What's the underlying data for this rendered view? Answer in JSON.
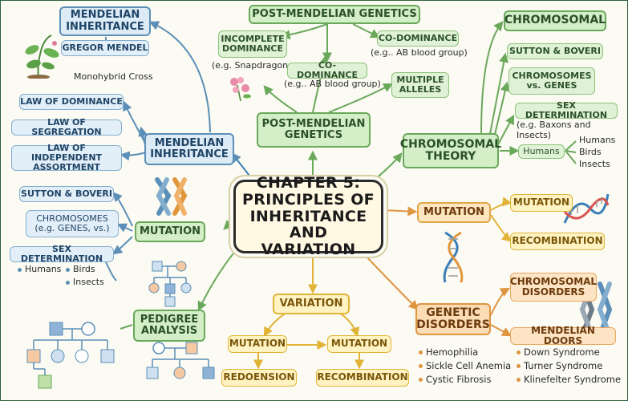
{
  "center": {
    "title": "CHAPTER 5:\nPRINCIPLES OF\nINHERITANCE AND\nVARIATION"
  },
  "left_top": {
    "header": "MENDELIAN\nINHERITANCE",
    "gregor": "GREGOR MENDEL",
    "monohybrid": "Monohybrid Cross",
    "laws": [
      "LAW OF DOMINANCE",
      "LAW OF SEGREGATION",
      "LAW OF INDEPENDENT\nASSORTMENT"
    ],
    "hub": "MENDELIAN\nINHERITANCE"
  },
  "left_mid": {
    "items": [
      "SUTTON & BOVERI",
      "CHROMOSOMES\n(e.g. GENES,  vs.)",
      "SEX DETERMINATION"
    ],
    "sex_items": [
      "Humans",
      "Birds",
      "Insects"
    ],
    "hub": "MUTATION"
  },
  "left_bottom": {
    "hub": "PEDIGREE\nANALYSIS"
  },
  "top": {
    "header": "POST-MENDELIAN GENETICS",
    "incomplete": "INCOMPLETE\nDOMINANCE",
    "incomplete_eg": "(e.g. Snapdragons",
    "codom_right": "CO-DOMINANCE",
    "codom_right_eg": "(e.g.. AB blood group)",
    "codom_mid": "CO-DOMINANCE",
    "codom_mid_eg": "(e.g.. AB blood group)",
    "multiple": "MULTIPLE\nALLELES",
    "hub": "POST-MENDELIAN\nGENETICS"
  },
  "right_top": {
    "header": "CHROMOSOMAL",
    "sutton": "SUTTON & BOVERI",
    "chrom_genes": "CHROMOSOMES\nvs. GENES",
    "sex": "SEX DETERMINATION",
    "sex_eg": "(e.g. Baxons and Insects)",
    "humans": "Humans",
    "humans_items": [
      "Humans",
      "Birds",
      "Insects"
    ],
    "hub": "CHROMOSOMAL\nTHEORY"
  },
  "right_mid": {
    "hub": "MUTATION",
    "mutation": "MUTATION",
    "recombination": "RECOMBINATION"
  },
  "right_bottom": {
    "hub": "GENETIC\nDISORDERS",
    "chrom_dis": "CHROMOSOMAL\nDISORDERS",
    "mend_doors": "MENDELIAN DOORS",
    "left_list": [
      "Hemophilia",
      "Sickle Cell Anemia",
      "Cystic Fibrosis"
    ],
    "right_list": [
      "Down Syndrome",
      "Turner Syndrome",
      "Klinefelter Syndrome"
    ]
  },
  "bottom": {
    "hub": "VARIATION",
    "mutation_left": "MUTATION",
    "mutation_right": "MUTATION",
    "redoension": "REDOENSION",
    "recombination": "RECOMBINATION"
  },
  "colors": {
    "blue": "#5b8fb7",
    "green": "#6aa85a",
    "yellow": "#e1b437",
    "orange": "#de9641",
    "center_border": "#2b2b2b"
  },
  "icons": [
    "pea-plant-icon",
    "flower-icon",
    "chromosome-pair-icon",
    "dna-helix-icon",
    "pedigree-chart-icon",
    "karyotype-icon"
  ]
}
